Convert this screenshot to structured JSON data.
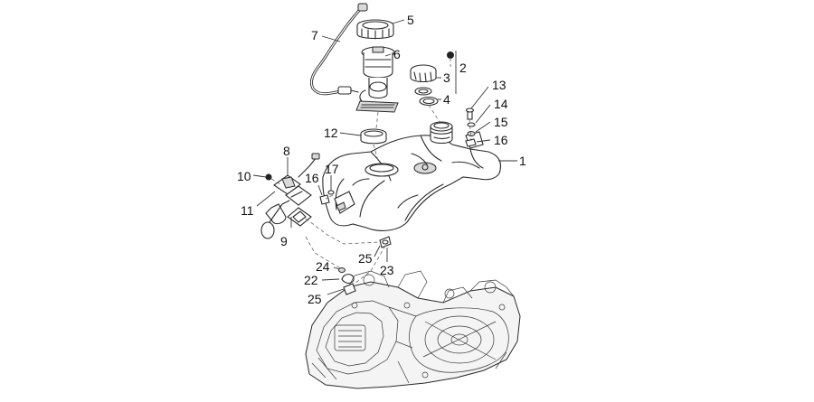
{
  "callouts": [
    {
      "id": "c1",
      "text": "1"
    },
    {
      "id": "c2",
      "text": "2"
    },
    {
      "id": "c3",
      "text": "3"
    },
    {
      "id": "c4",
      "text": "4"
    },
    {
      "id": "c5",
      "text": "5"
    },
    {
      "id": "c6",
      "text": "6"
    },
    {
      "id": "c7",
      "text": "7"
    },
    {
      "id": "c8",
      "text": "8"
    },
    {
      "id": "c9",
      "text": "9"
    },
    {
      "id": "c10",
      "text": "10"
    },
    {
      "id": "c11",
      "text": "11"
    },
    {
      "id": "c12",
      "text": "12"
    },
    {
      "id": "c13",
      "text": "13"
    },
    {
      "id": "c14",
      "text": "14"
    },
    {
      "id": "c15",
      "text": "15"
    },
    {
      "id": "c16a",
      "text": "16"
    },
    {
      "id": "c16b",
      "text": "16"
    },
    {
      "id": "c17",
      "text": "17"
    },
    {
      "id": "c22",
      "text": "22"
    },
    {
      "id": "c23",
      "text": "23"
    },
    {
      "id": "c24",
      "text": "24"
    },
    {
      "id": "c25a",
      "text": "25"
    },
    {
      "id": "c25b",
      "text": "25"
    }
  ]
}
